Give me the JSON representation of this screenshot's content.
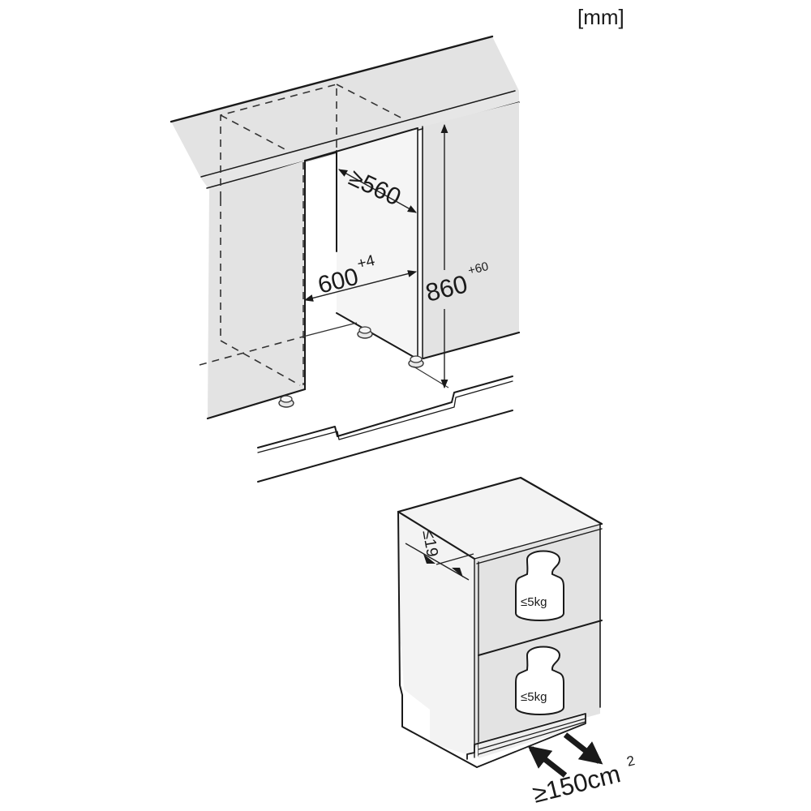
{
  "diagram": {
    "unit_label": "[mm]",
    "installation": {
      "depth_label": "≥560",
      "width_label": "600",
      "width_tolerance": "+4",
      "height_label": "860",
      "height_tolerance": "+60"
    },
    "appliance": {
      "door_gap_label": "≤19",
      "drawers": [
        {
          "max_load_label": "≤5kg"
        },
        {
          "max_load_label": "≤5kg"
        }
      ],
      "ventilation_label": "≥150cm",
      "ventilation_superscript": "2"
    }
  },
  "colors": {
    "panel_fill": "#e3e3e3",
    "light_fill": "#f4f4f4",
    "line": "#1a1a1a"
  }
}
